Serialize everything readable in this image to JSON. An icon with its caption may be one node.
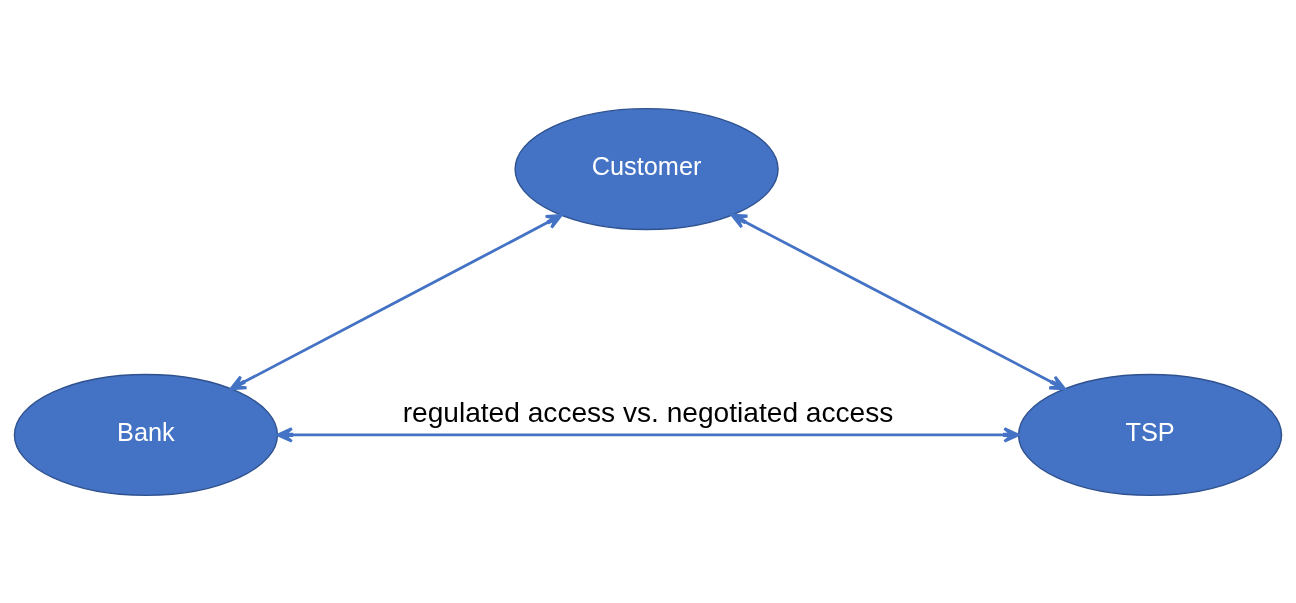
{
  "diagram": {
    "nodes": [
      {
        "text": [
          "Customer"
        ]
      },
      {
        "text": [
          "Bank"
        ]
      },
      {
        "text": [
          "TSP"
        ]
      }
    ],
    "edges": [
      {
        "from": 0,
        "to": 1,
        "arrow": "both"
      },
      {
        "from": 0,
        "to": 2,
        "arrow": "both"
      },
      {
        "from": 1,
        "to": 2,
        "arrow": "both",
        "label": "regulated access vs. negotiated access"
      }
    ]
  }
}
